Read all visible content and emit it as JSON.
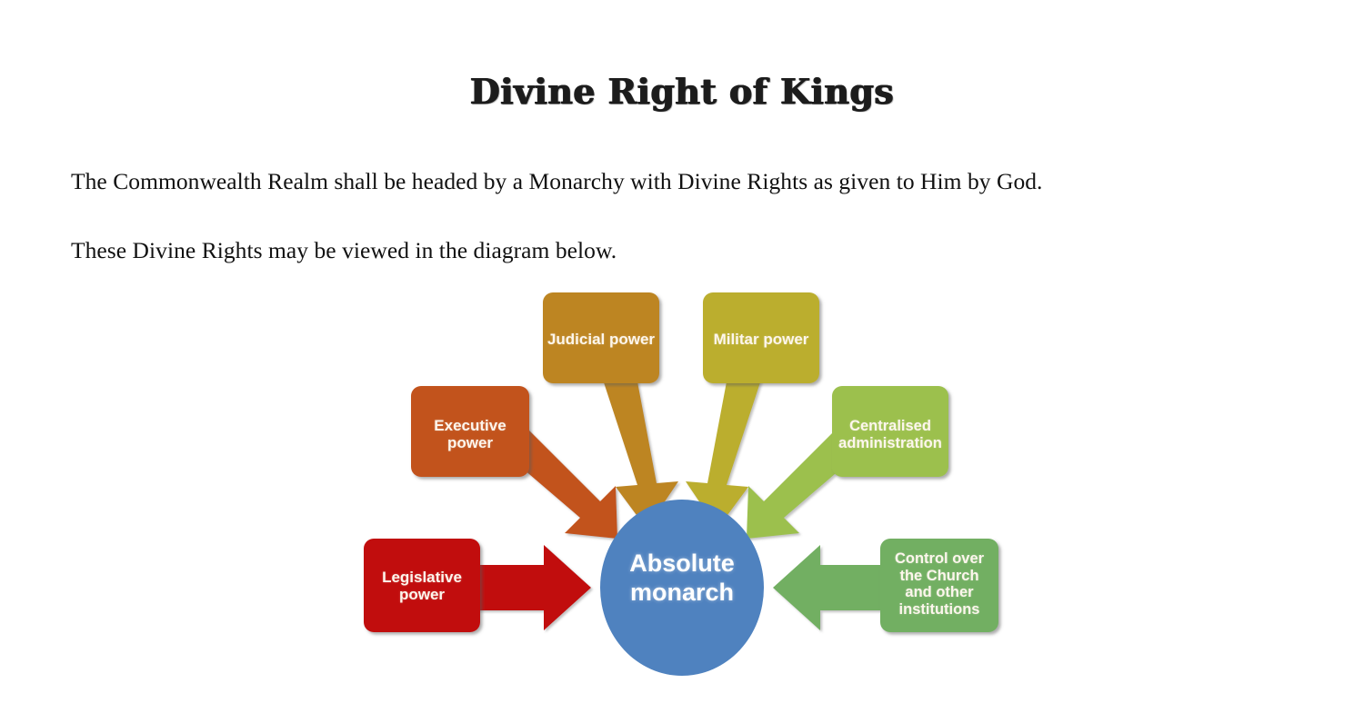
{
  "document": {
    "title": "Divine Right of Kings",
    "paragraphs": [
      "The Commonwealth Realm shall be headed by a Monarchy with Divine Rights as given to Him by God.",
      "These Divine Rights may be viewed in the diagram below."
    ]
  },
  "diagram": {
    "type": "radial-converging",
    "center": {
      "label": "Absolute\nmonarch",
      "line1": "Absolute",
      "line2": "monarch",
      "shape": "ellipse",
      "color": "#4F82BF"
    },
    "nodes": [
      {
        "id": "legislative-power",
        "label": "Legislative\npower",
        "line1": "Legislative",
        "line2": "power",
        "color": "#C10A0A",
        "arrow_color": "#C10A0A",
        "arrow_direction": "right",
        "position": "left"
      },
      {
        "id": "executive-power",
        "label": "Executive\npower",
        "line1": "Executive",
        "line2": "power",
        "color": "#C2521D",
        "arrow_color": "#C2521D",
        "arrow_direction": "down-right",
        "position": "upper-left"
      },
      {
        "id": "judicial-power",
        "label": "Judicial power",
        "line1": "Judicial power",
        "line2": "",
        "color": "#BD8524",
        "arrow_color": "#BD8524",
        "arrow_direction": "down",
        "position": "top-left"
      },
      {
        "id": "militar-power",
        "label": "Militar power",
        "line1": "Militar power",
        "line2": "",
        "color": "#BBAE2E",
        "arrow_color": "#BBAE2E",
        "arrow_direction": "down",
        "position": "top-right"
      },
      {
        "id": "centralised-administration",
        "label": "Centralised\nadministration",
        "line1": "Centralised",
        "line2": "administration",
        "color": "#9CC04E",
        "arrow_color": "#9CC04E",
        "arrow_direction": "down-left",
        "position": "upper-right"
      },
      {
        "id": "control-over-church",
        "label": "Control over the Church and other institutions",
        "line1": "Control over",
        "line2": "the Church",
        "line3": "and other",
        "line4": "institutions",
        "color": "#72AF62",
        "arrow_color": "#72AF62",
        "arrow_direction": "left",
        "position": "right"
      }
    ]
  }
}
